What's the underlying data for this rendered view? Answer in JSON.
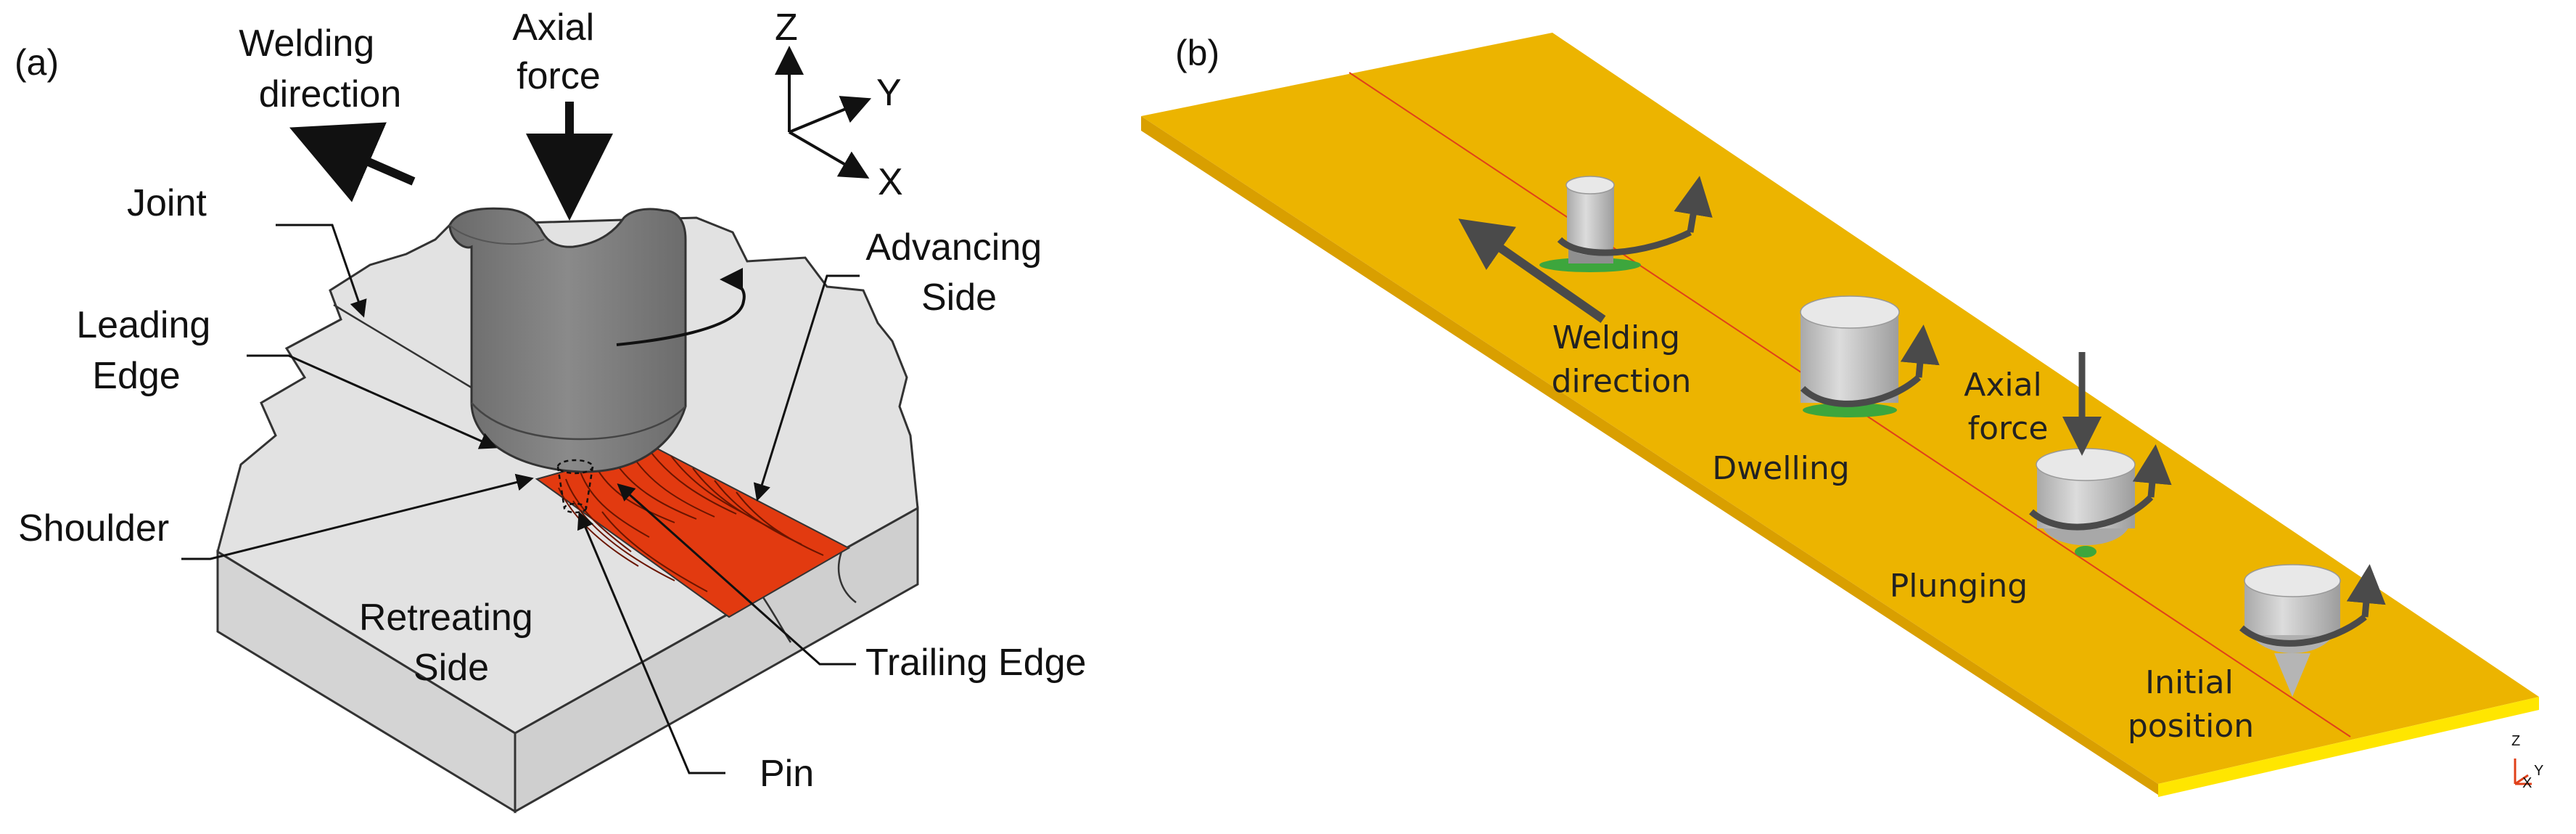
{
  "panel_a": {
    "label": "(a)",
    "welding_direction": [
      "Welding",
      "direction"
    ],
    "axial_force": [
      "Axial",
      "force"
    ],
    "axes": {
      "z": "Z",
      "y": "Y",
      "x": "X"
    },
    "joint": "Joint",
    "leading_edge": [
      "Leading",
      "Edge"
    ],
    "advancing_side": [
      "Advancing",
      "Side"
    ],
    "shoulder": "Shoulder",
    "retreating_side": [
      "Retreating",
      "Side"
    ],
    "trailing_edge": "Trailing Edge",
    "pin": "Pin"
  },
  "panel_b": {
    "label": "(b)",
    "welding_direction": [
      "Welding",
      "direction"
    ],
    "axial_force": [
      "Axial",
      "force"
    ],
    "dwelling": "Dwelling",
    "plunging": "Plunging",
    "initial_position": [
      "Initial",
      "position"
    ],
    "triad": {
      "z": "Z",
      "x": "X",
      "y": "Y"
    }
  },
  "colors": {
    "plate_a": "#e2e2e2",
    "tool_a": "#7a7a7a",
    "weld_a": "#e23a10",
    "plate_b": "#ecb400",
    "plate_b_edge": "#ffe600",
    "tool_b": "#c9c9c9"
  }
}
